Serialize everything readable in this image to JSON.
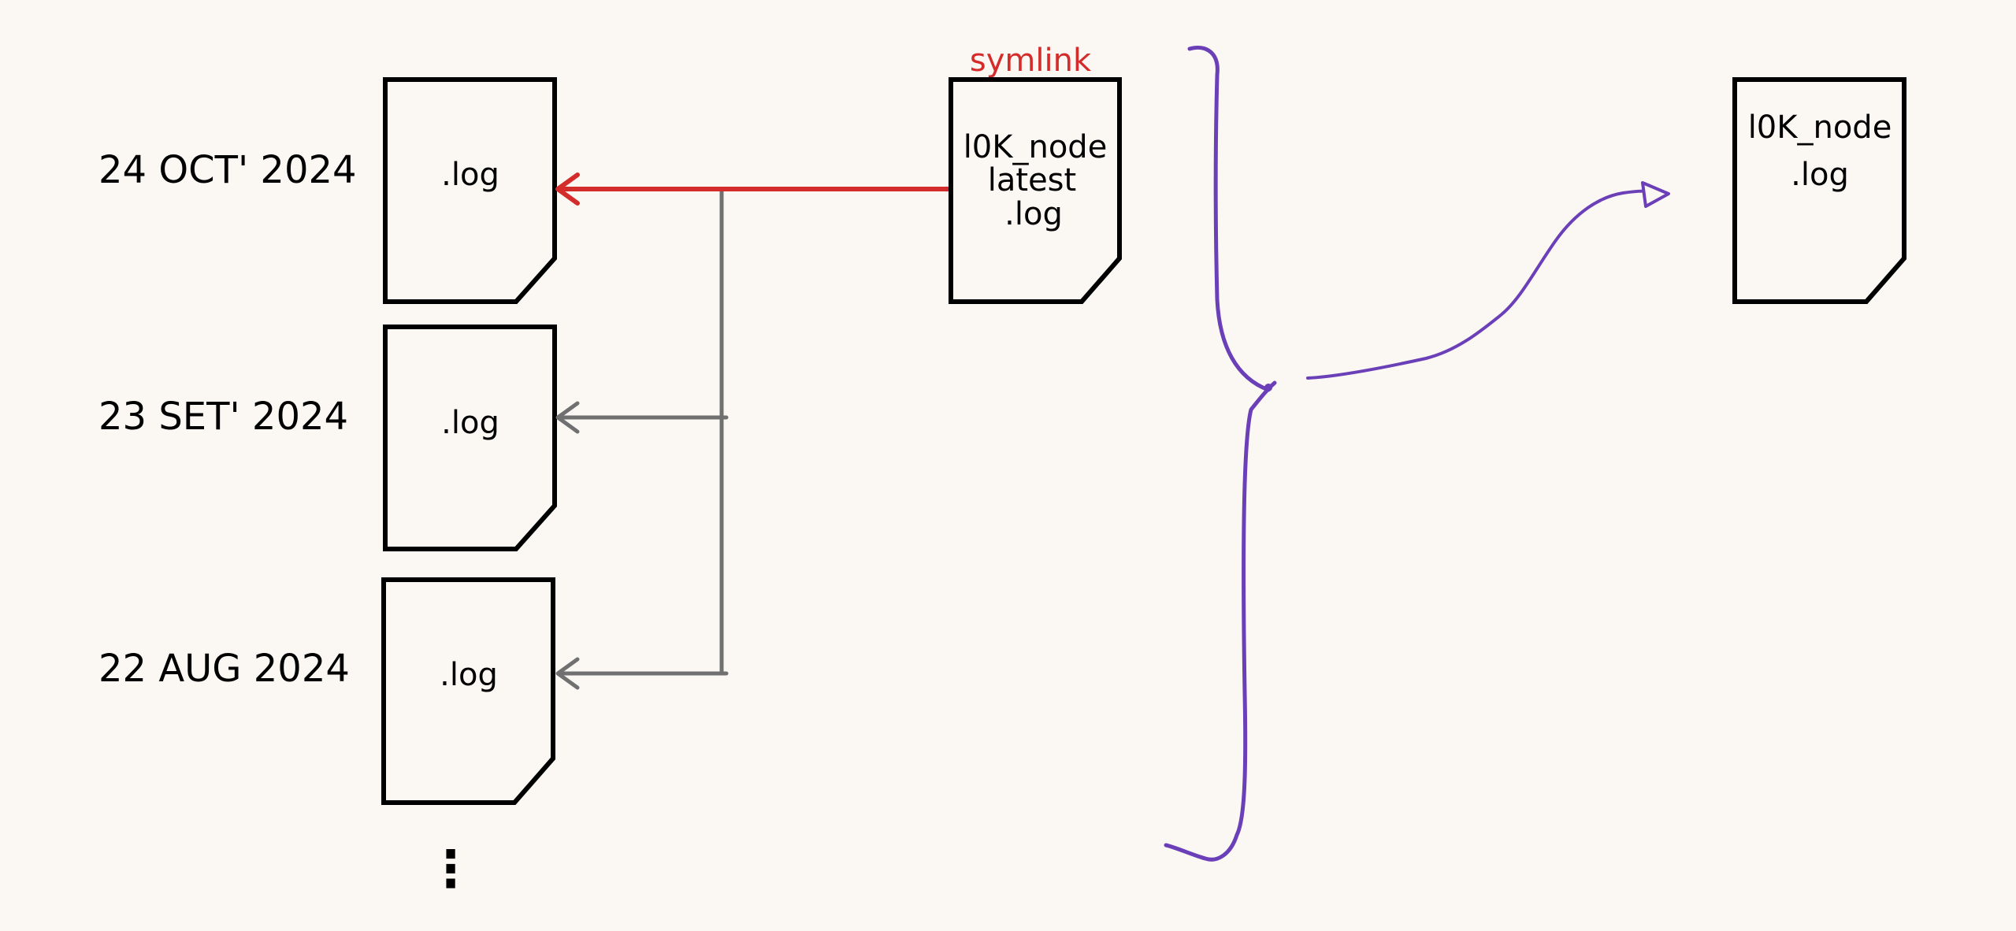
{
  "colors": {
    "background": "#fbf8f4",
    "ink": "#000000",
    "symlink_arrow": "#d42b2b",
    "rotated_arrow": "#707070",
    "brace": "#6a3fb8"
  },
  "left_column": {
    "files": [
      {
        "date": "24 OCT' 2024",
        "label": ".log"
      },
      {
        "date": "23 SET' 2024",
        "label": ".log"
      },
      {
        "date": "22 AUG 2024",
        "label": ".log"
      }
    ],
    "more_indicator": "⋮"
  },
  "symlink": {
    "caption": "symlink",
    "file_lines": [
      "l0K_node",
      "latest",
      ".log"
    ]
  },
  "output": {
    "file_lines": [
      "l0K_node",
      ".log"
    ]
  },
  "icons": {
    "file": "document-icon",
    "brace": "curly-brace-icon"
  }
}
